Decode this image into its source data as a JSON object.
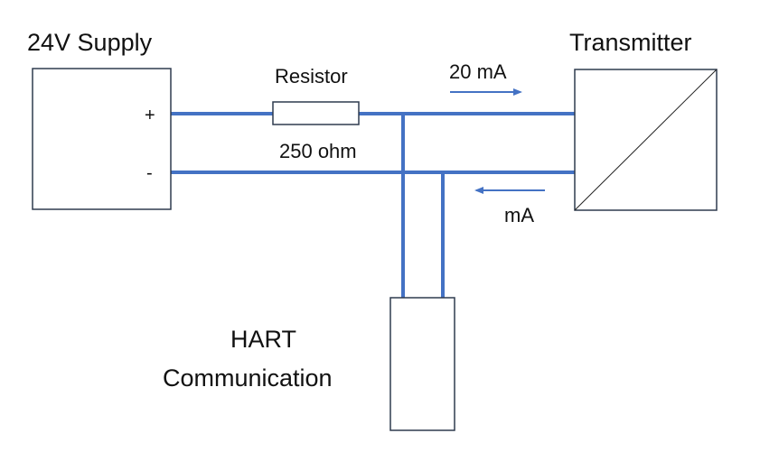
{
  "supply": {
    "label": "24V Supply",
    "plus": "+",
    "minus": "-"
  },
  "resistor": {
    "label": "Resistor",
    "value": "250 ohm"
  },
  "transmitter": {
    "label": "Transmitter"
  },
  "current": {
    "forward": "20 mA",
    "return": "mA"
  },
  "hart": {
    "line1": "HART",
    "line2": "Communication"
  },
  "colors": {
    "wire": "#4472C4",
    "box": "#2F3B4F"
  }
}
